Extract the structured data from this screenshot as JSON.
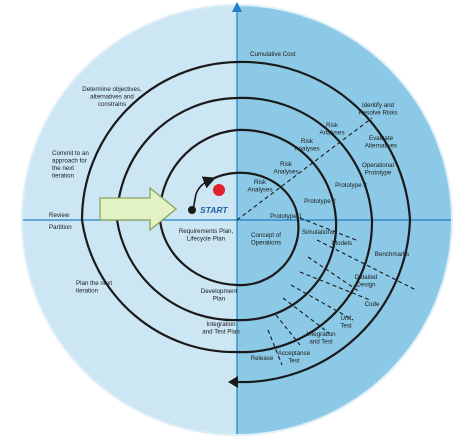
{
  "colors": {
    "quadrant_light": "#cde6f4",
    "quadrant_dark": "#8cc9e6",
    "rim": "#dfeff9",
    "spiral": "#1a1a1a",
    "start_arrow_fill": "#e2f2c4",
    "start_arrow_stroke": "#8aa35c",
    "start_text": "#1f5fa8",
    "red_dot": "#e0202a",
    "axis_arrow": "#1f7fc4"
  },
  "axis": {
    "cumulative_cost": "Cumulative Cost",
    "review": "Review",
    "partition": "Partition"
  },
  "quadrants": {
    "top_left": [
      "Determine objectives,",
      "alternatives and",
      "constrains"
    ],
    "commit": [
      "Commit to an",
      "approach for",
      "the next",
      "iteration"
    ],
    "bottom_left": [
      "Plan the next",
      "iteration"
    ],
    "top_right": [
      "Identify and",
      "Resolve Risks"
    ],
    "evaluate": [
      "Evaluate",
      "Alternatives"
    ],
    "operational_prototype": [
      "Operational",
      "Prototype"
    ]
  },
  "start": {
    "label": "START"
  },
  "risk_analyses": [
    [
      "Risk",
      "Analyses"
    ],
    [
      "Risk",
      "Analyses"
    ],
    [
      "Risk",
      "Analyses"
    ],
    [
      "Risk",
      "Analyses"
    ]
  ],
  "prototypes": [
    "Prototype 1",
    "Prototype 2",
    "Prototype 3"
  ],
  "plans": {
    "requirements": [
      "Requirements Plan,",
      "Lifecycle Plan"
    ],
    "development": [
      "Development",
      "Plan"
    ],
    "integration": [
      "Integration",
      "and Test Plan"
    ]
  },
  "concept": [
    "Concept of",
    "Operations"
  ],
  "engineering": {
    "simulations": "Simulations",
    "models": "Models",
    "benchmarks": "Benchmarks",
    "detailed_design": [
      "Detailed",
      "Design"
    ],
    "code": "Code",
    "unit_test": [
      "Unit",
      "Test"
    ],
    "integration_test": [
      "Integration",
      "and Test"
    ],
    "acceptance_test": [
      "Acceptance",
      "Test"
    ],
    "release": "Release"
  }
}
